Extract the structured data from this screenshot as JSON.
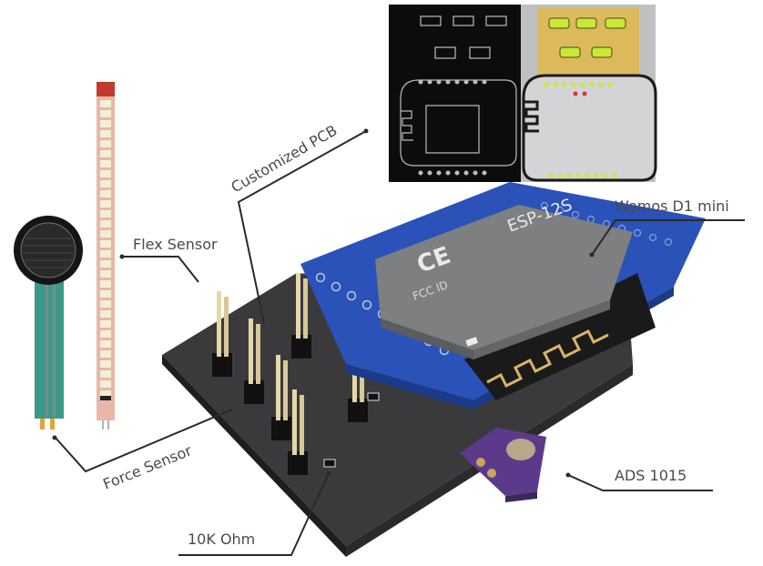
{
  "diagram": {
    "title": "Sensor system hardware assembly",
    "labels": {
      "customized_pcb": "Customized PCB",
      "wemos": "Wemos D1 mini",
      "flex_sensor": "Flex Sensor",
      "force_sensor": "Force Sensor",
      "resistor": "10K Ohm",
      "adc": "ADS 1015"
    },
    "module_text": {
      "chip": "ESP-12S",
      "cert": "CE",
      "fcc": "FCC ID"
    },
    "colors": {
      "pcb_black": "#2e2e30",
      "wemos_blue": "#2a52b8",
      "module_grey": "#7d7f80",
      "flex_red": "#c23a2a",
      "force_green": "#3a9a8a",
      "adc_purple": "#5b3a8c",
      "pin_gold": "#e6d7a8",
      "label_grey": "#4a4a4a"
    }
  }
}
